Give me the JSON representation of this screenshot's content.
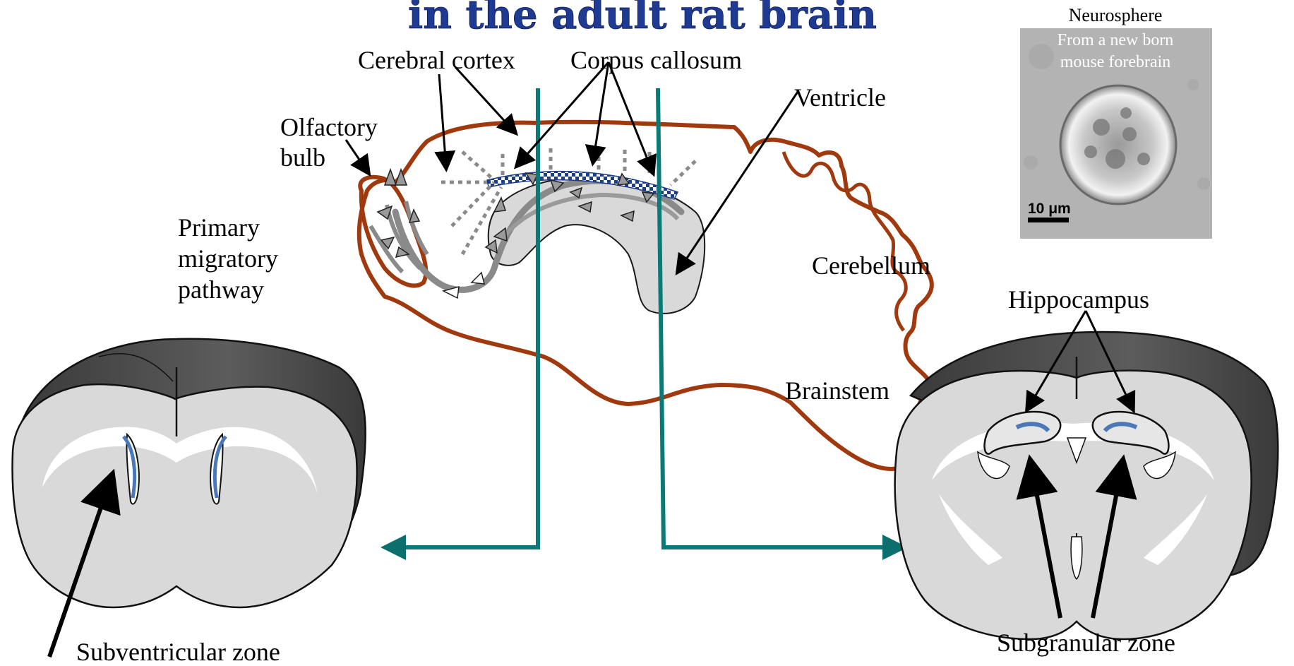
{
  "title": "in the adult rat brain",
  "labels": {
    "cerebral_cortex": "Cerebral cortex",
    "corpus_callosum": "Corpus callosum",
    "ventricle": "Ventricle",
    "olfactory_bulb_line1": "Olfactory",
    "olfactory_bulb_line2": "bulb",
    "primary_migratory_line1": "Primary",
    "primary_migratory_line2": "migratory",
    "primary_migratory_line3": "pathway",
    "cerebellum": "Cerebellum",
    "hippocampus": "Hippocampus",
    "brainstem": "Brainstem",
    "subventricular_zone": "Subventricular zone",
    "subgranular_zone": "Subgranular  zone"
  },
  "neurosphere": {
    "title": "Neurosphere",
    "caption_line1": "From a new born",
    "caption_line2": "mouse forebrain",
    "scale_bar": "10 μm"
  },
  "colors": {
    "title": "#1f3a93",
    "brain_outline": "#a0390e",
    "section_lines": "#0a7a78",
    "zone_highlight": "#4a78b8",
    "tissue_gray": "#d9d9d9",
    "cortex_dark": "#4d4d4d"
  }
}
